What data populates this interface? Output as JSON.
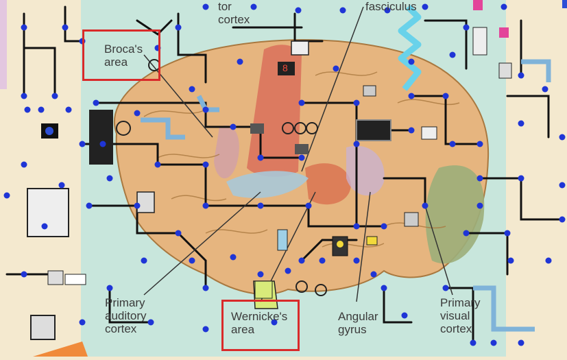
{
  "labels": {
    "motor_cortex": "tor\ncortex",
    "fasciculus": "fasciculus",
    "brocas_area": "Broca's\narea",
    "primary_auditory_cortex": "Primary\nauditory\ncortex",
    "wernickes_area": "Wernicke's\narea",
    "angular_gyrus": "Angular\ngyrus",
    "primary_visual_cortex": "Primary\nvisual\ncortex"
  },
  "display_digit": "8",
  "colors": {
    "background": "#f4e9cf",
    "panel": "#c8e6dc",
    "brain": "#e6b57f",
    "motor_strip": "#d9705a",
    "temporal_blue": "#a8c8d8",
    "visual_green": "#9cae7a",
    "highlight_box": "#d92a2a",
    "node_blue": "#1f35d6",
    "wire": "#111111",
    "cyan_zigzag": "#69d2ea"
  }
}
